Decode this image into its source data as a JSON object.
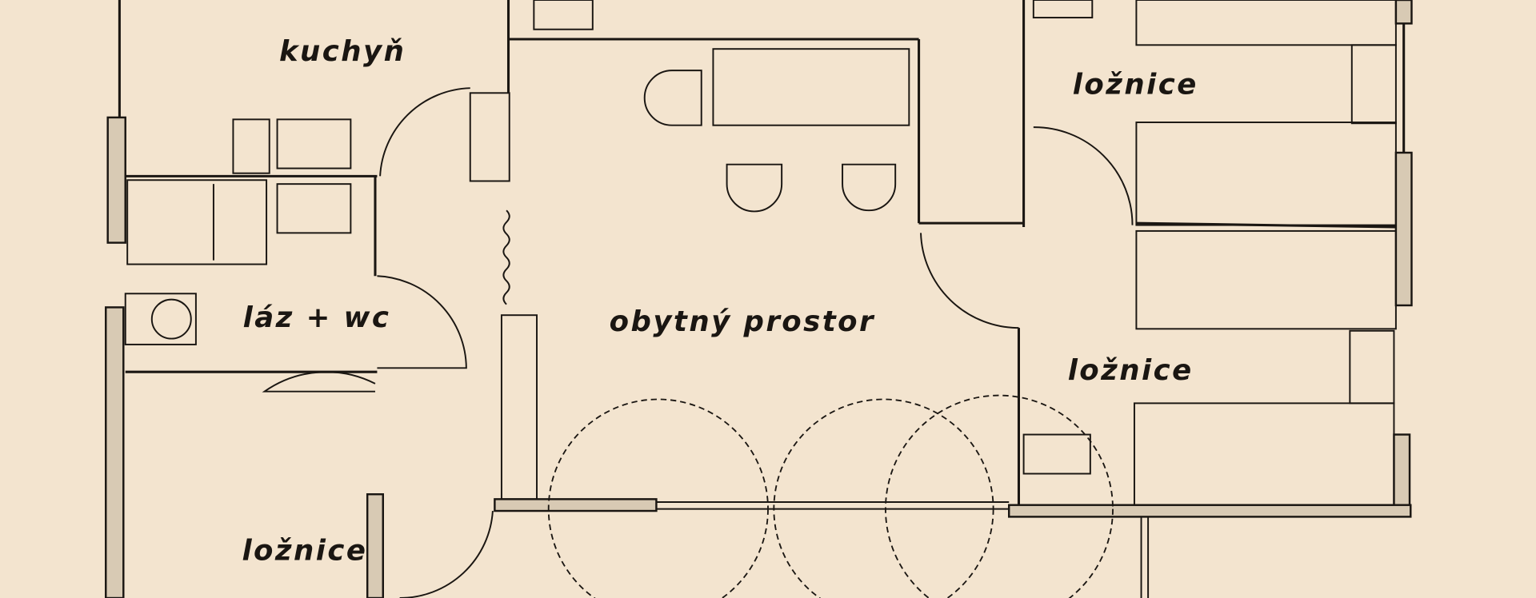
{
  "rooms": {
    "kitchen": "kuchyň",
    "bedroom_top_right": "ložnice",
    "bedroom_mid_right": "ložnice",
    "bedroom_bottom_left": "ložnice",
    "bathroom": "láz + wc",
    "living": "obytný prostor"
  },
  "colors": {
    "paper": "#f3e4cf",
    "ink": "#1a1612"
  }
}
